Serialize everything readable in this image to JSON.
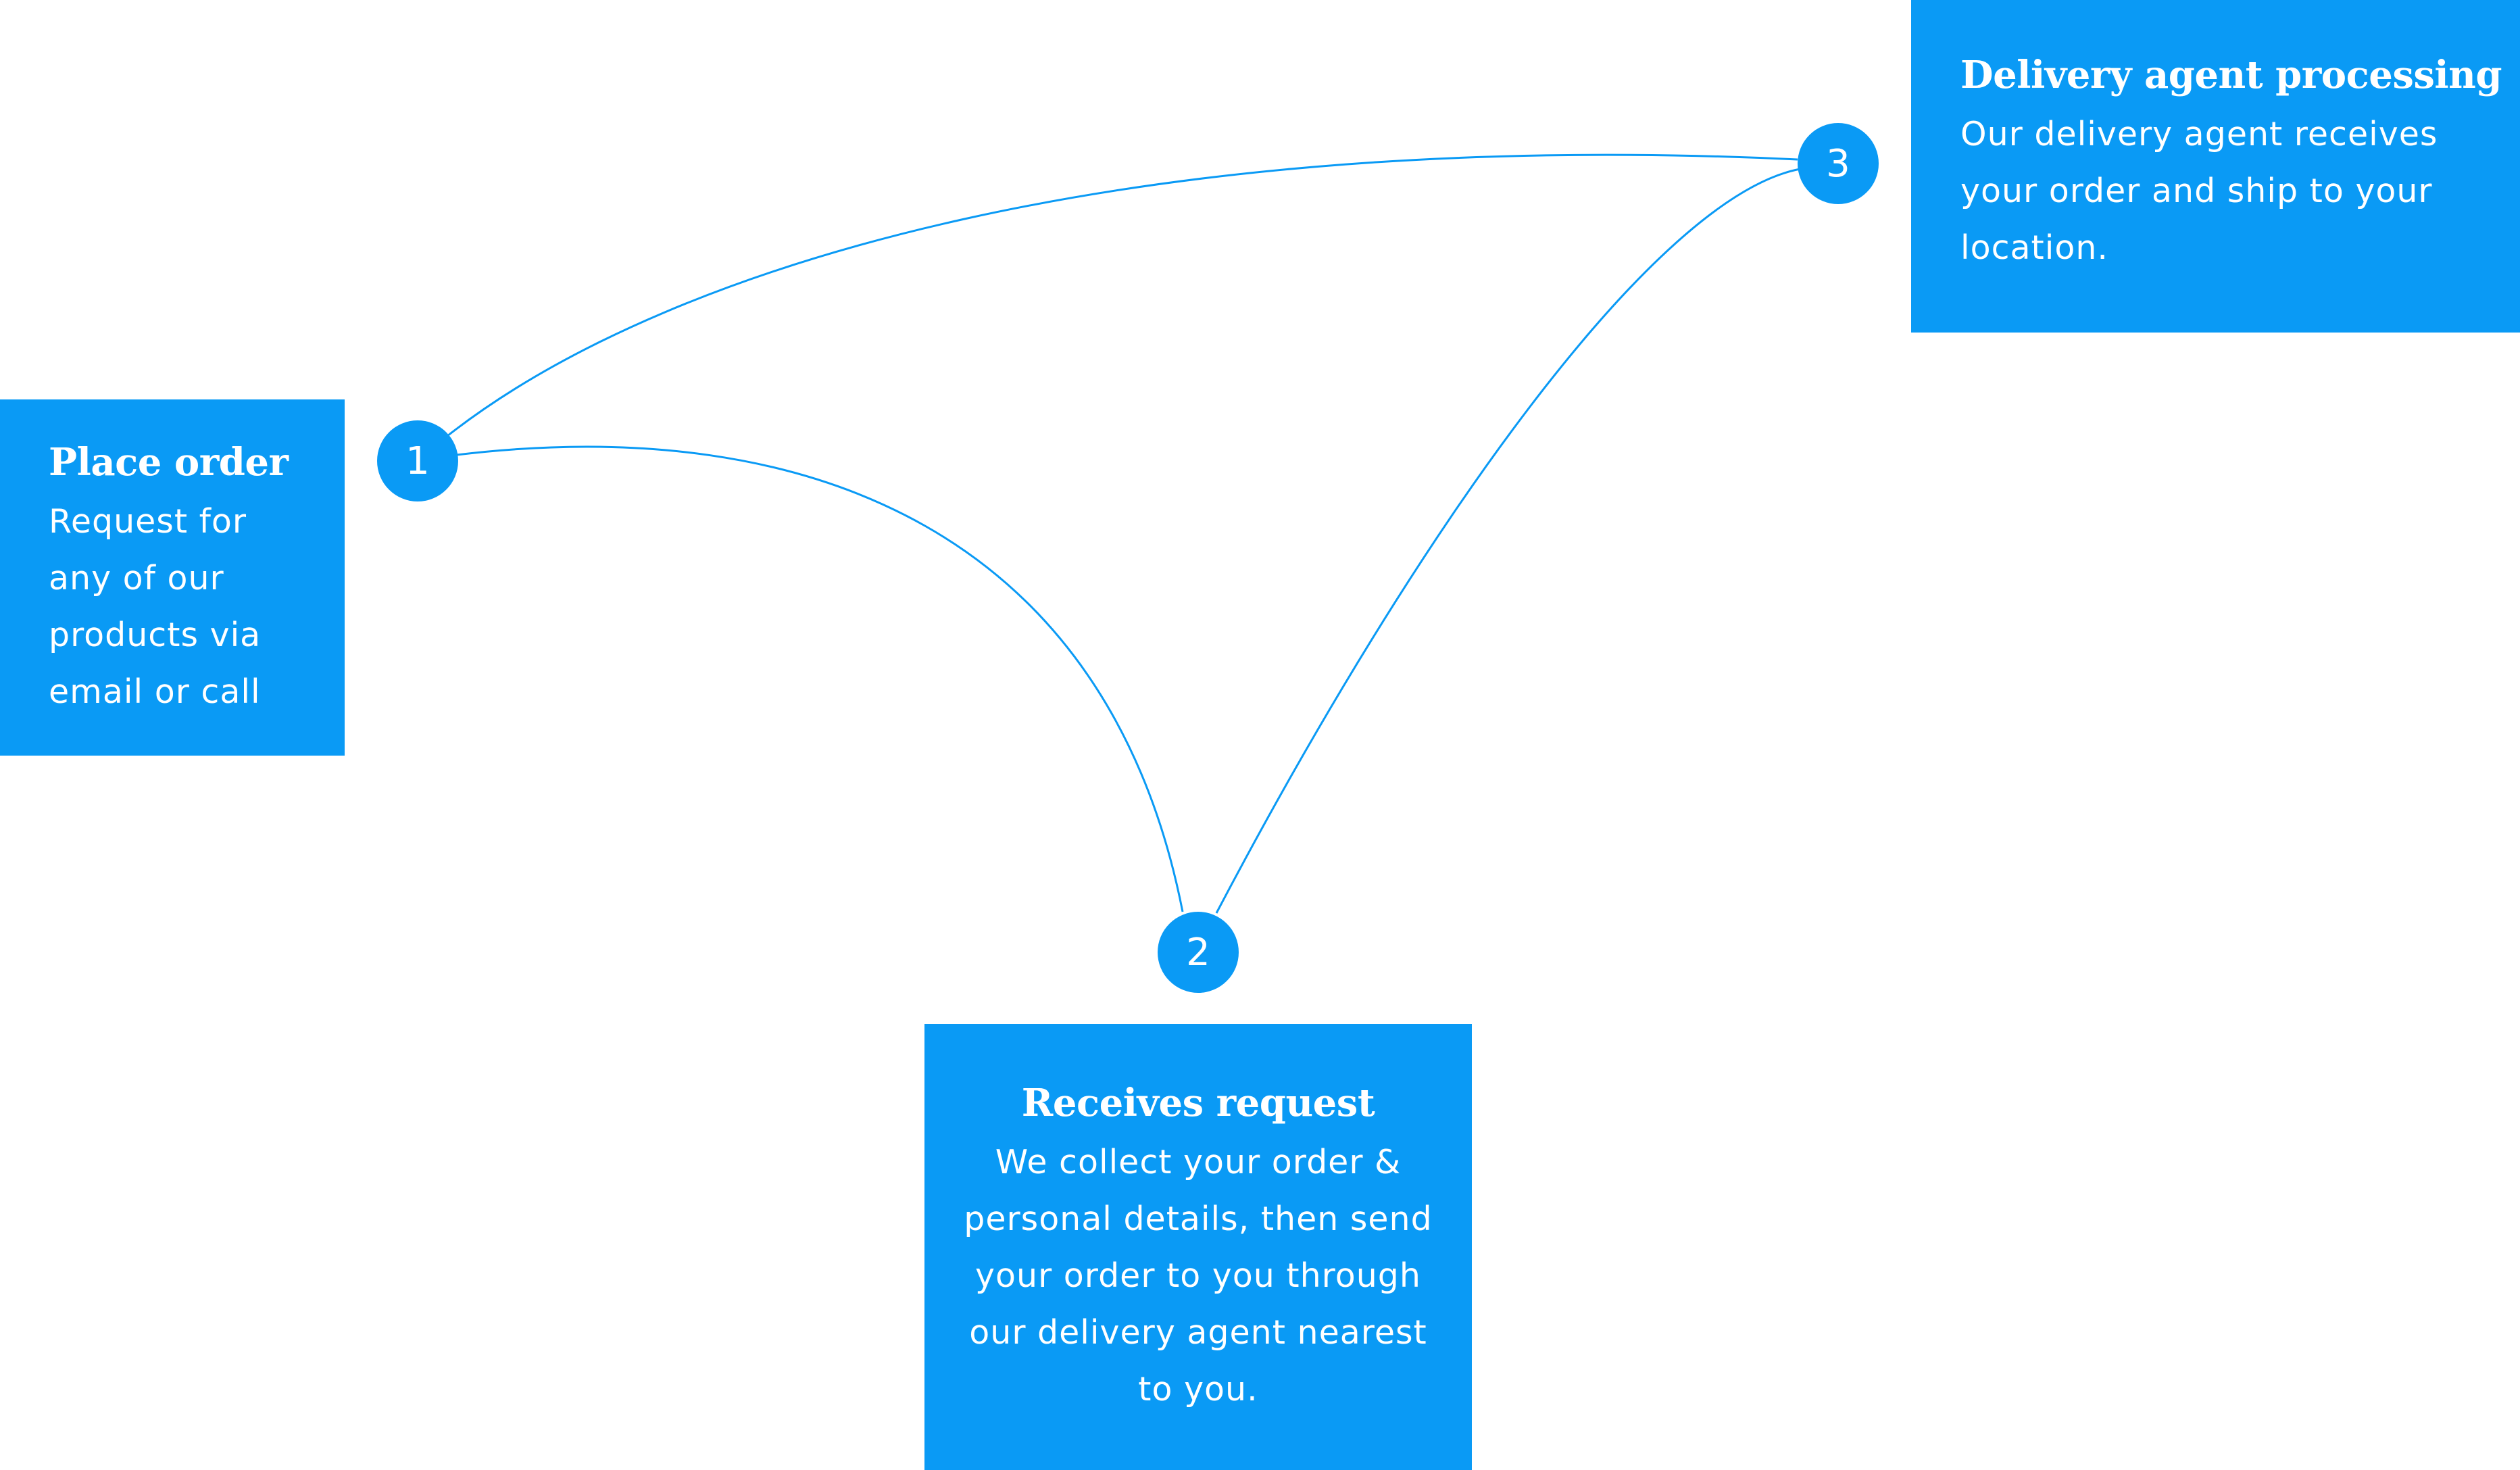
{
  "colors": {
    "accent": "#0a9af5",
    "card_text": "#ffffff",
    "background": "#ffffff"
  },
  "steps": [
    {
      "number": "1",
      "title": "Place order",
      "lines": [
        "Request for",
        "any of our",
        "products via",
        "email or call"
      ]
    },
    {
      "number": "2",
      "title": "Receives request",
      "lines": [
        "We collect your order &",
        "personal details, then send",
        "your order to you through",
        "our delivery agent nearest",
        "to you."
      ]
    },
    {
      "number": "3",
      "title": "Delivery agent processing",
      "lines": [
        "Our delivery agent receives",
        "your order and ship to your",
        "location."
      ]
    }
  ]
}
